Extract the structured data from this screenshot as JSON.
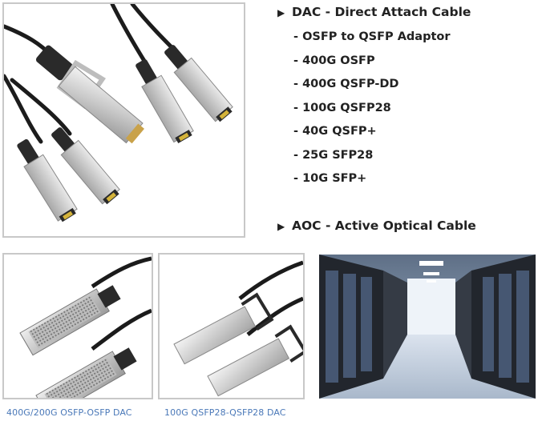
{
  "dac": {
    "bullet": "▶",
    "title": "DAC - Direct Attach Cable",
    "items": [
      "- OSFP to QSFP Adaptor",
      "- 400G OSFP",
      "- 400G QSFP-DD",
      "- 100G QSFP28",
      "- 40G QSFP+",
      "- 25G SFP28",
      "- 10G SFP+"
    ]
  },
  "aoc": {
    "bullet": "▶",
    "title": "AOC - Active Optical Cable"
  },
  "captions": {
    "osfp": "400G/200G OSFP-OSFP DAC",
    "qsfp": "100G QSFP28-QSFP28 DAC"
  },
  "colors": {
    "caption": "#4a78b8",
    "frame_border": "#c8c8c8",
    "heading_text": "#222222"
  }
}
